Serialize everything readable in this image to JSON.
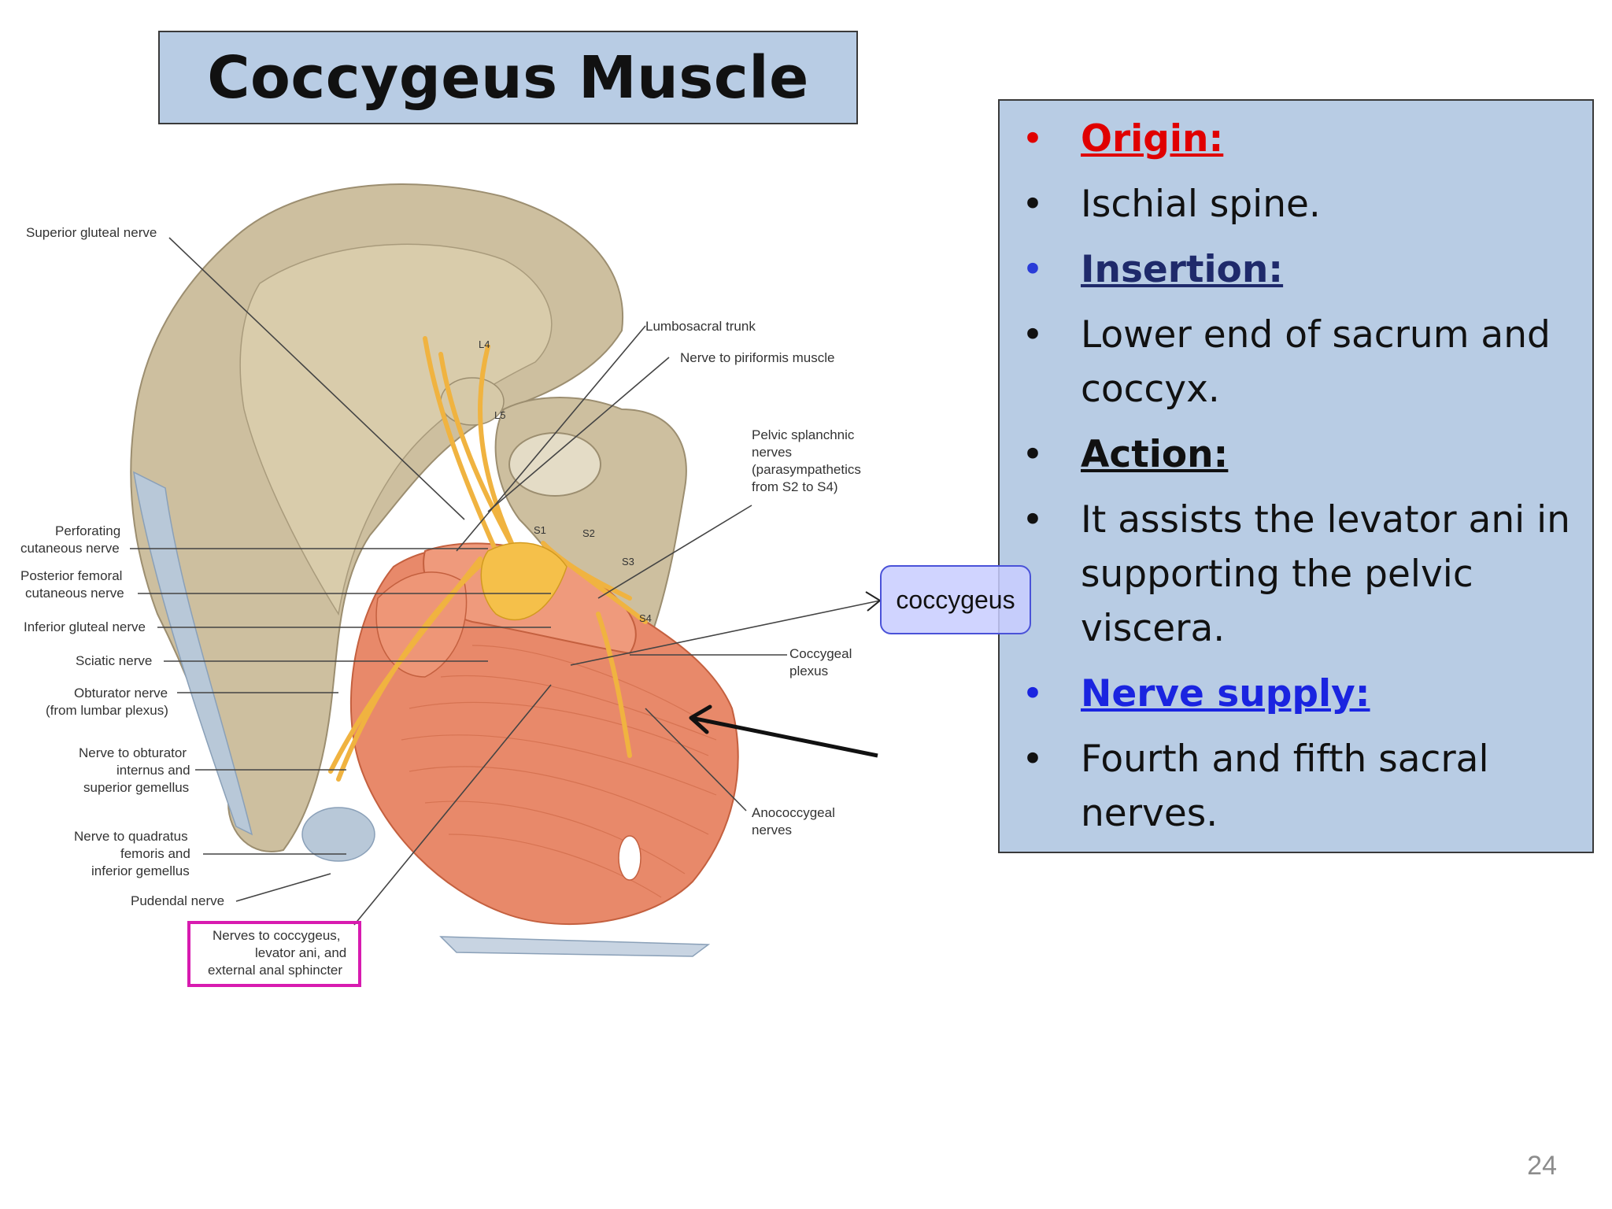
{
  "slide": {
    "title": "Coccygeus Muscle",
    "page_number": "24"
  },
  "info": {
    "items": [
      {
        "text": "Origin:",
        "style": "heading",
        "color": "#e00000",
        "bullet_color": "#e00000"
      },
      {
        "text": "Ischial spine.",
        "style": "body",
        "color": "#111111",
        "bullet_color": "#111111"
      },
      {
        "text": "Insertion:",
        "style": "heading",
        "color": "#1f2a6b",
        "bullet_color": "#2a3cd8"
      },
      {
        "text": "Lower end of sacrum and coccyx.",
        "style": "body",
        "color": "#111111",
        "bullet_color": "#111111"
      },
      {
        "text": "Action:",
        "style": "heading",
        "color": "#111111",
        "bullet_color": "#111111"
      },
      {
        "text": "It assists the levator ani in supporting the pelvic viscera.",
        "style": "body",
        "color": "#111111",
        "bullet_color": "#111111"
      },
      {
        "text": "Nerve supply:",
        "style": "heading",
        "color": "#1a24e0",
        "bullet_color": "#1a24e0"
      },
      {
        "text": "Fourth and fifth sacral nerves.",
        "style": "body",
        "color": "#111111",
        "bullet_color": "#111111"
      }
    ],
    "bullet": "•"
  },
  "callout": {
    "text": "coccygeus"
  },
  "figure": {
    "labels": {
      "superior_gluteal": "Superior gluteal nerve",
      "lumbosacral": "Lumbosacral trunk",
      "piriformis": "Nerve to piriformis muscle",
      "pelvic_splanchnic_1": "Pelvic splanchnic",
      "pelvic_splanchnic_2": "nerves",
      "pelvic_splanchnic_3": "(parasympathetics",
      "pelvic_splanchnic_4": "from S2 to S4)",
      "perforating_1": "Perforating",
      "perforating_2": "cutaneous nerve",
      "post_femoral_1": "Posterior femoral",
      "post_femoral_2": "cutaneous nerve",
      "inferior_gluteal": "Inferior gluteal nerve",
      "sciatic": "Sciatic nerve",
      "obturator_1": "Obturator nerve",
      "obturator_2": "(from lumbar plexus)",
      "coccygeal_1": "Coccygeal",
      "coccygeal_2": "plexus",
      "obt_internus_1": "Nerve to obturator",
      "obt_internus_2": "internus and",
      "obt_internus_3": "superior gemellus",
      "anococcygeal_1": "Anococcygeal",
      "anococcygeal_2": "nerves",
      "quadratus_1": "Nerve to quadratus",
      "quadratus_2": "femoris and",
      "quadratus_3": "inferior gemellus",
      "pudendal": "Pudendal nerve",
      "nerves_coccygeus_1": "Nerves to coccygeus,",
      "nerves_coccygeus_2": "levator ani, and",
      "nerves_coccygeus_3": "external anal sphincter",
      "l4": "L4",
      "l5": "L5",
      "s1": "S1",
      "s2": "S2",
      "s3": "S3",
      "s4": "S4"
    }
  }
}
